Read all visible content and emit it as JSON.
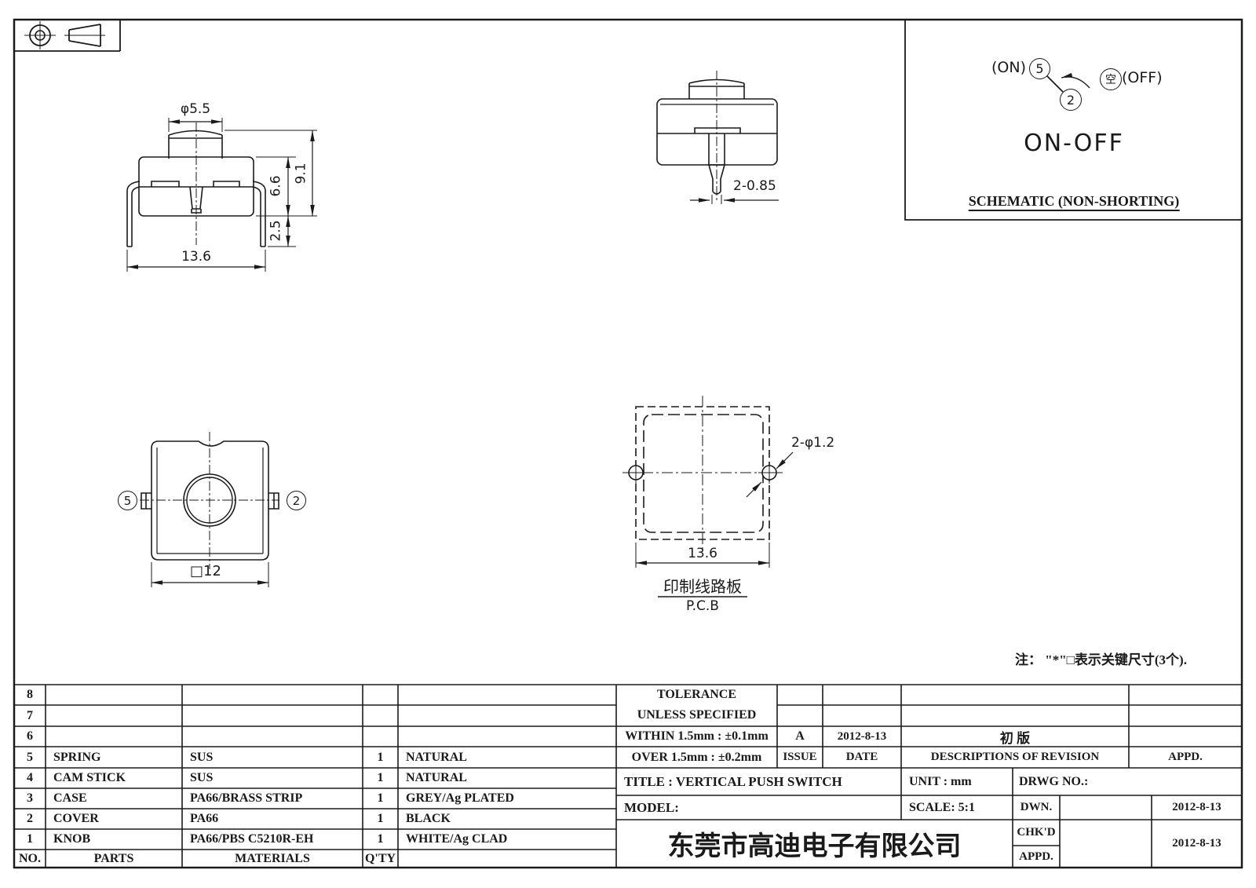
{
  "drawing": {
    "note": "注： \"*\"□表示关键尺寸(3个).",
    "icons": {
      "projection_datum_target": "crosshair-circle",
      "projection_cone": "truncated-cone-first-angle"
    },
    "views": {
      "front": {
        "dia_label": "φ5.5",
        "height_total": "9.1",
        "height_body": "6.6",
        "leg_below": "2.5",
        "width_label": "13.6"
      },
      "side": {
        "pin_label": "2-0.85"
      },
      "top": {
        "terminal_left": "5",
        "terminal_right": "2",
        "width_label": "□12"
      },
      "pcb": {
        "hole_label": "2-φ1.2",
        "width_label": "13.6",
        "caption_cn": "印制线路板",
        "caption_en": "P.C.B"
      }
    },
    "schematic": {
      "on_label": "(ON)",
      "terminal_on": "5",
      "terminal_common": "2",
      "empty_symbol": "空",
      "off_label": "(OFF)",
      "mode": "ON-OFF",
      "caption": "SCHEMATIC (NON-SHORTING)"
    }
  },
  "parts_table": {
    "footer": {
      "no": "NO.",
      "parts": "PARTS",
      "materials": "MATERIALS",
      "qty": "Q'TY",
      "color": ""
    },
    "rows": [
      {
        "no": "8",
        "parts": "",
        "materials": "",
        "qty": "",
        "color": ""
      },
      {
        "no": "7",
        "parts": "",
        "materials": "",
        "qty": "",
        "color": ""
      },
      {
        "no": "6",
        "parts": "",
        "materials": "",
        "qty": "",
        "color": ""
      },
      {
        "no": "5",
        "parts": "SPRING",
        "materials": "SUS",
        "qty": "1",
        "color": "NATURAL"
      },
      {
        "no": "4",
        "parts": "CAM STICK",
        "materials": "SUS",
        "qty": "1",
        "color": "NATURAL"
      },
      {
        "no": "3",
        "parts": "CASE",
        "materials": "PA66/BRASS STRIP",
        "qty": "1",
        "color": "GREY/Ag PLATED"
      },
      {
        "no": "2",
        "parts": "COVER",
        "materials": "PA66",
        "qty": "1",
        "color": "BLACK"
      },
      {
        "no": "1",
        "parts": "KNOB",
        "materials": "PA66/PBS C5210R-EH",
        "qty": "1",
        "color": "WHITE/Ag CLAD"
      }
    ]
  },
  "tolerance": {
    "title": "TOLERANCE",
    "subtitle": "UNLESS  SPECIFIED",
    "within": "WITHIN 1.5mm : ±0.1mm",
    "over": "OVER 1.5mm : ±0.2mm"
  },
  "revision": {
    "entry": {
      "issue": "A",
      "date": "2012-8-13",
      "description": "初  版",
      "appd": ""
    },
    "headers": {
      "issue": "ISSUE",
      "date": "DATE",
      "description": "DESCRIPTIONS OF REVISION",
      "appd": "APPD."
    }
  },
  "title_block": {
    "title": "TITLE :  VERTICAL PUSH SWITCH",
    "unit": "UNIT :  mm",
    "drwg_no": "DRWG NO.:",
    "model": "MODEL:",
    "scale": "SCALE:  5:1",
    "dwn": "DWN.",
    "dwn_date": "2012-8-13",
    "chkd": "CHK'D",
    "chkd_date": "2012-8-13",
    "appd": "APPD.",
    "company": "东莞市高迪电子有限公司"
  },
  "colors": {
    "ink": "#1a1a1a",
    "paper": "#ffffff"
  }
}
